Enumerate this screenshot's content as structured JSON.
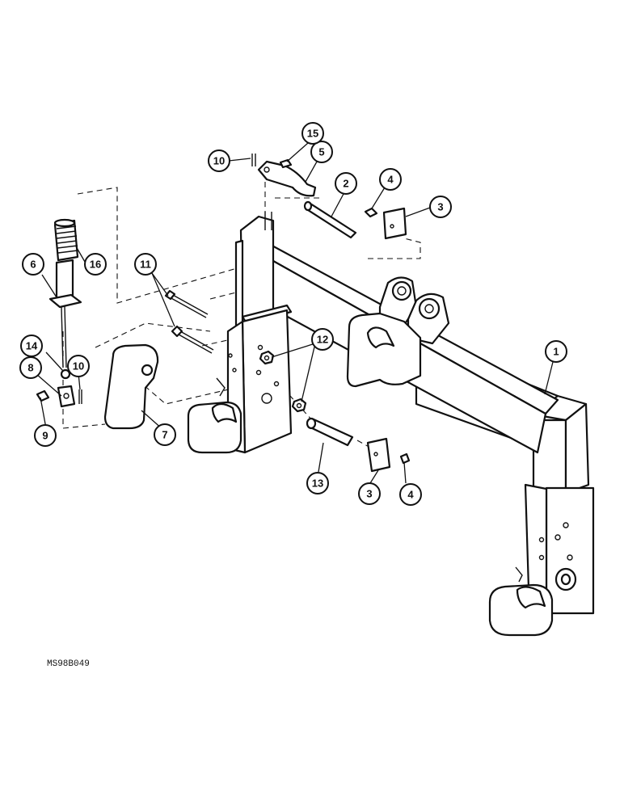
{
  "figure_code": "MS98B049",
  "callouts": [
    {
      "id": "c1",
      "label": "1"
    },
    {
      "id": "c2",
      "label": "2"
    },
    {
      "id": "c3a",
      "label": "3"
    },
    {
      "id": "c3b",
      "label": "3"
    },
    {
      "id": "c4a",
      "label": "4"
    },
    {
      "id": "c4b",
      "label": "4"
    },
    {
      "id": "c5",
      "label": "5"
    },
    {
      "id": "c6",
      "label": "6"
    },
    {
      "id": "c7",
      "label": "7"
    },
    {
      "id": "c8",
      "label": "8"
    },
    {
      "id": "c9",
      "label": "9"
    },
    {
      "id": "c10a",
      "label": "10"
    },
    {
      "id": "c10b",
      "label": "10"
    },
    {
      "id": "c11",
      "label": "11"
    },
    {
      "id": "c12",
      "label": "12"
    },
    {
      "id": "c13",
      "label": "13"
    },
    {
      "id": "c14",
      "label": "14"
    },
    {
      "id": "c15",
      "label": "15"
    },
    {
      "id": "c16",
      "label": "16"
    }
  ]
}
